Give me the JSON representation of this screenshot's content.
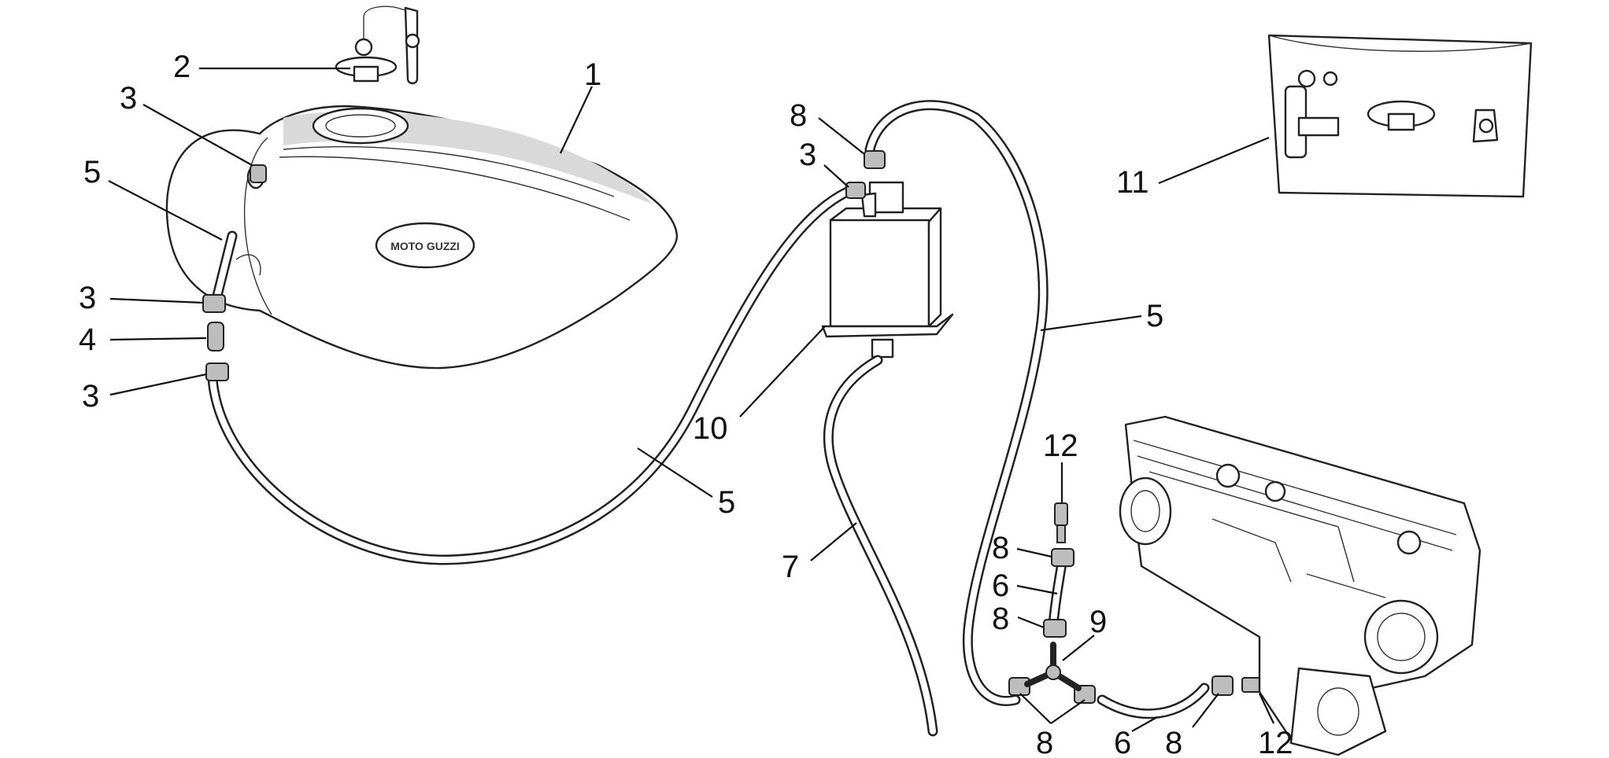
{
  "diagram": {
    "logo_text": "MOTO GUZZI",
    "callouts": [
      {
        "id": "c1",
        "text": "1"
      },
      {
        "id": "c2",
        "text": "2"
      },
      {
        "id": "c3a",
        "text": "3"
      },
      {
        "id": "c5a",
        "text": "5"
      },
      {
        "id": "c3b",
        "text": "3"
      },
      {
        "id": "c4",
        "text": "4"
      },
      {
        "id": "c3c",
        "text": "3"
      },
      {
        "id": "c8a",
        "text": "8"
      },
      {
        "id": "c3d",
        "text": "3"
      },
      {
        "id": "c10",
        "text": "10"
      },
      {
        "id": "c5b",
        "text": "5"
      },
      {
        "id": "c5c",
        "text": "5"
      },
      {
        "id": "c7",
        "text": "7"
      },
      {
        "id": "c11",
        "text": "11"
      },
      {
        "id": "c12a",
        "text": "12"
      },
      {
        "id": "c8b",
        "text": "8"
      },
      {
        "id": "c6a",
        "text": "6"
      },
      {
        "id": "c8c",
        "text": "8"
      },
      {
        "id": "c9",
        "text": "9"
      },
      {
        "id": "c8d",
        "text": "8"
      },
      {
        "id": "c6b",
        "text": "6"
      },
      {
        "id": "c8e",
        "text": "8"
      },
      {
        "id": "c12b",
        "text": "12"
      }
    ]
  }
}
